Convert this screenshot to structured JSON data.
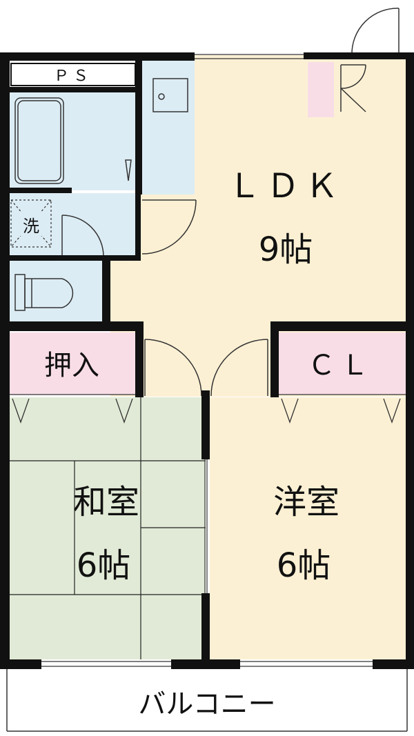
{
  "rooms": {
    "ps": "ＰＳ",
    "ldk_name": "ＬＤＫ",
    "ldk_size": "9帖",
    "washer": "洗",
    "closet_oshiire": "押入",
    "closet_cl": "ＣＬ",
    "washitsu_name": "和室",
    "washitsu_size": "6帖",
    "youshitsu_name": "洋室",
    "youshitsu_size": "6帖",
    "balcony": "バルコニー"
  },
  "colors": {
    "wall": "#111111",
    "ldk": "#fcf0d4",
    "wet_area": "#dcecf4",
    "closet": "#f8dde6",
    "tatami": "#e1ead6",
    "balcony": "#ffffff"
  }
}
